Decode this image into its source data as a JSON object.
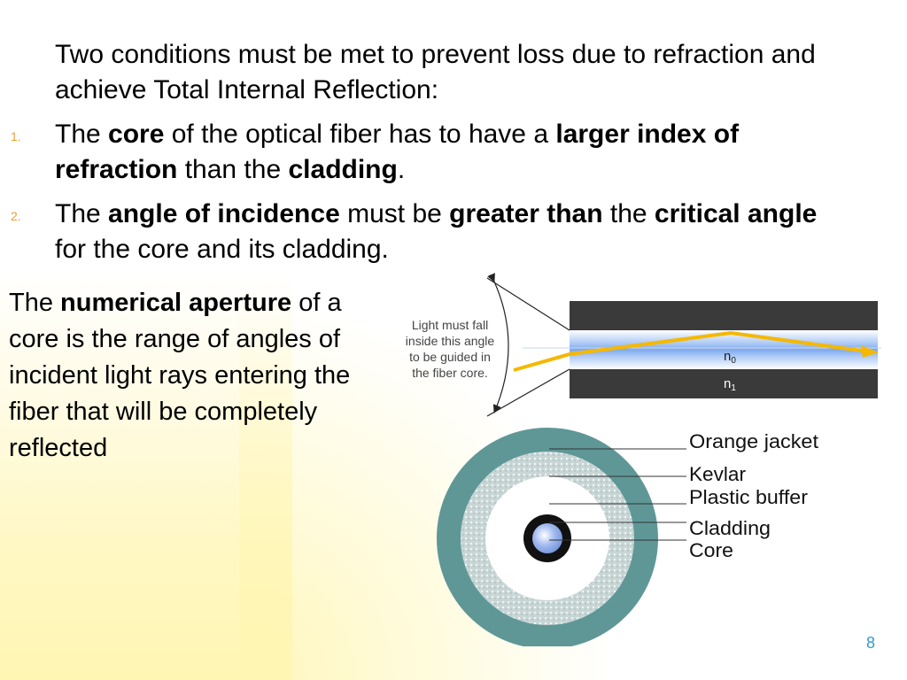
{
  "intro": "Two conditions must be met to prevent loss due to refraction and achieve Total Internal Reflection:",
  "conditions": [
    {
      "num": "1.",
      "parts": [
        "The ",
        "core",
        " of the optical fiber has to have a ",
        "larger index of refraction",
        " than the ",
        "cladding",
        "."
      ]
    },
    {
      "num": "2.",
      "parts": [
        "The ",
        "angle of incidence",
        " must be ",
        "greater than",
        " the ",
        "critical angle",
        " for the core and its cladding."
      ]
    }
  ],
  "numerical_aperture": {
    "prefix": "The ",
    "term": "numerical aperture",
    "suffix": " of a core is the range of angles of incident light rays entering the fiber that will be completely reflected"
  },
  "fiber_diagram": {
    "callout_lines": [
      "Light must fall",
      "inside this angle",
      "to be guided in",
      "the fiber core."
    ],
    "n0_label": "n",
    "n0_sub": "0",
    "n1_label": "n",
    "n1_sub": "1"
  },
  "cross_section": {
    "labels": [
      "Orange jacket",
      "Kevlar",
      "Plastic buffer",
      "Cladding",
      "Core"
    ]
  },
  "slide_number": "8",
  "colors": {
    "jacket": "#5f9797",
    "fiber_outer": "#3a3a3a",
    "ray": "#f5b800",
    "bullet_number": "#e8a03a",
    "slide_number": "#3399cc"
  }
}
